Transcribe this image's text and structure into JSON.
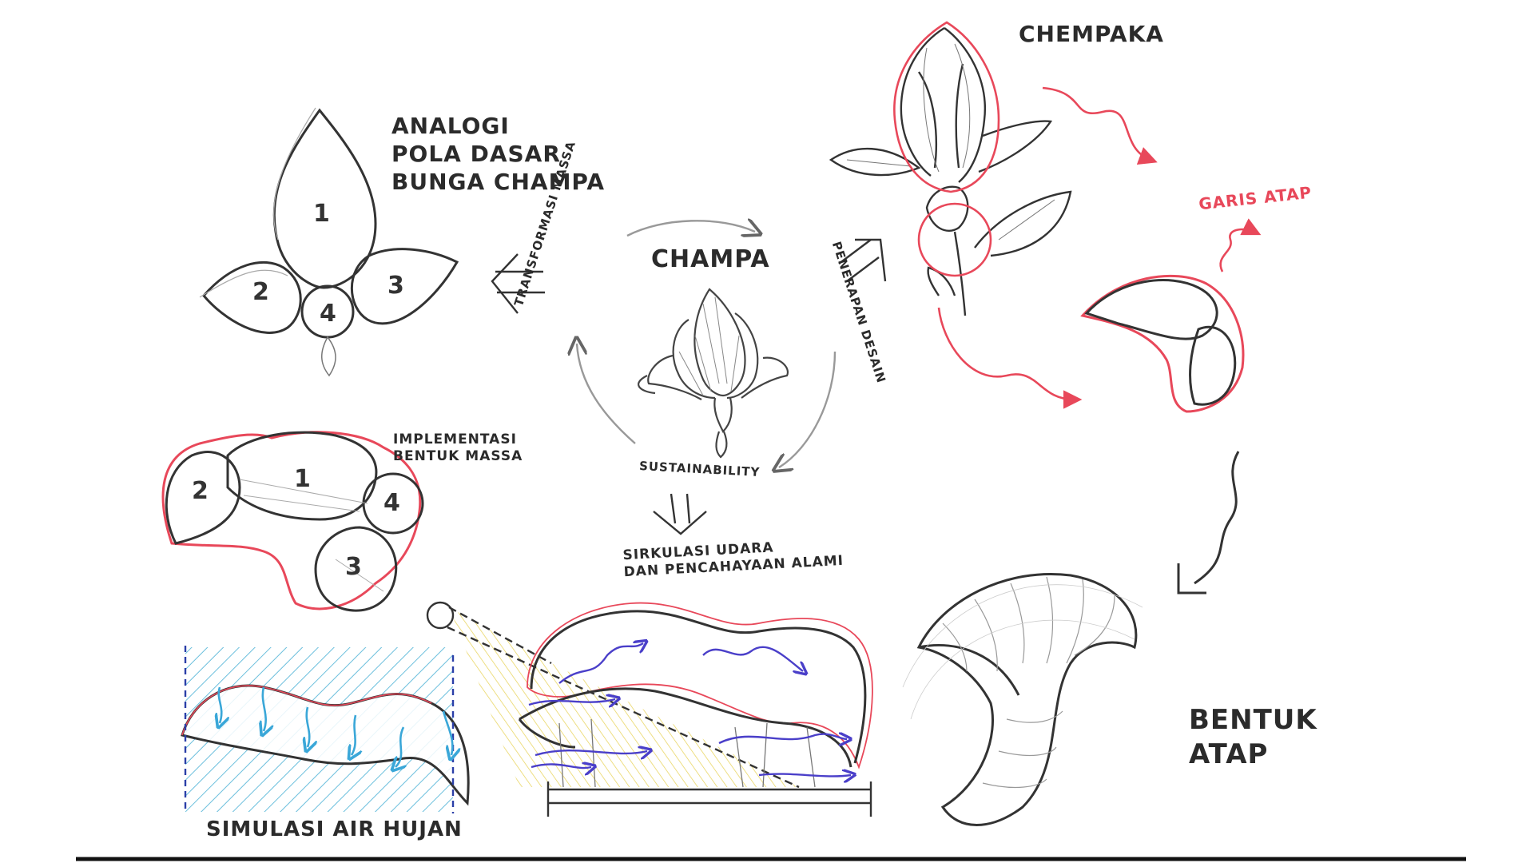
{
  "center": {
    "title": "CHAMPA",
    "cycle_left": "TRANSFORMASI MASSA",
    "cycle_right": "PENERAPAN DESAIN",
    "cycle_bottom": "SUSTAINABILITY"
  },
  "analogy": {
    "title": "ANALOGI\nPOLA DASAR\nBUNGA CHAMPA",
    "petals": [
      "1",
      "2",
      "3",
      "4"
    ]
  },
  "implementation": {
    "title": "IMPLEMENTASI\nBENTUK MASSA",
    "parts": [
      "1",
      "2",
      "3",
      "4"
    ]
  },
  "flower": {
    "title": "CHEMPAKA",
    "roofline_label": "GARIS ATAP"
  },
  "roof_shape": {
    "title": "BENTUK\nATAP"
  },
  "air_light": {
    "title": "SIRKULASI UDARA\nDAN PENCAHAYAAN ALAMI"
  },
  "rain": {
    "title": "SIMULASI AIR HUJAN"
  },
  "colors": {
    "ink": "#2b2b2b",
    "accent_red": "#e8485a",
    "rain_blue": "#3aa7d8",
    "air_purple": "#4a3fc9",
    "light_yellow": "#f2e07a"
  }
}
